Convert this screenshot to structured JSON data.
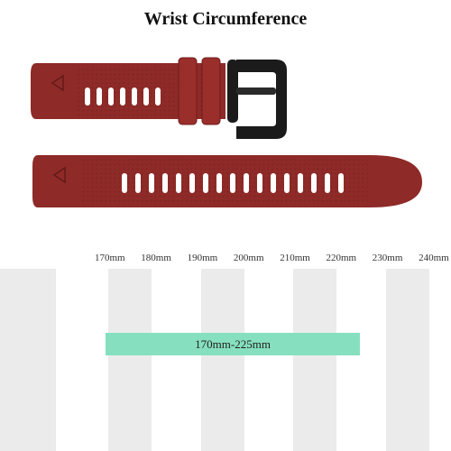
{
  "title": "Wrist Circumference",
  "scale": {
    "ticks": [
      {
        "label": "170mm",
        "value": 170
      },
      {
        "label": "180mm",
        "value": 180
      },
      {
        "label": "190mm",
        "value": 190
      },
      {
        "label": "200mm",
        "value": 200
      },
      {
        "label": "210mm",
        "value": 210
      },
      {
        "label": "220mm",
        "value": 220
      },
      {
        "label": "230mm",
        "value": 230
      },
      {
        "label": "240mm",
        "value": 240
      }
    ],
    "fit_range": {
      "label": "170mm-225mm",
      "min": 170,
      "max": 225
    }
  },
  "colors": {
    "strap": "#8e2a27",
    "strap_dark": "#6e1e1c",
    "buckle": "#1b1b1b",
    "range_fill": "#86e0bf",
    "stripe": "#ebebeb"
  }
}
